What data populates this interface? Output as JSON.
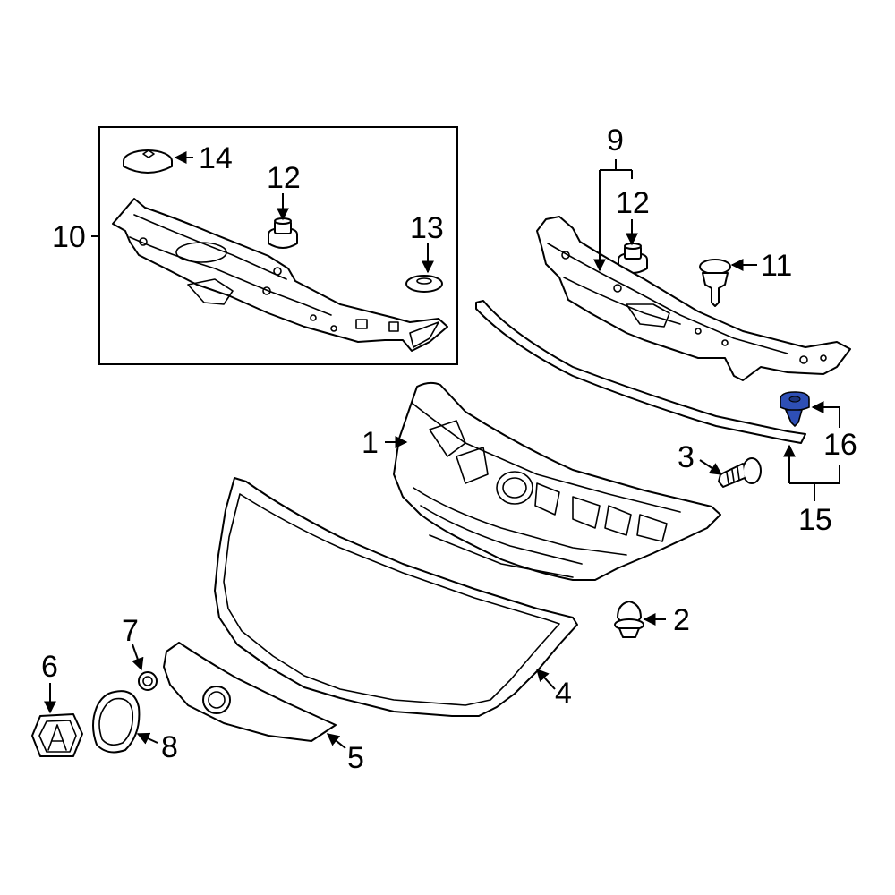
{
  "callouts": {
    "p1": "1",
    "p2": "2",
    "p3": "3",
    "p4": "4",
    "p5": "5",
    "p6": "6",
    "p7": "7",
    "p8": "8",
    "p9": "9",
    "p10": "10",
    "p11": "11",
    "p12a": "12",
    "p12b": "12",
    "p13": "13",
    "p14": "14",
    "p15": "15",
    "p16": "16"
  },
  "colors": {
    "line": "#000000",
    "background": "#ffffff",
    "highlight": "#2e4fb5"
  }
}
